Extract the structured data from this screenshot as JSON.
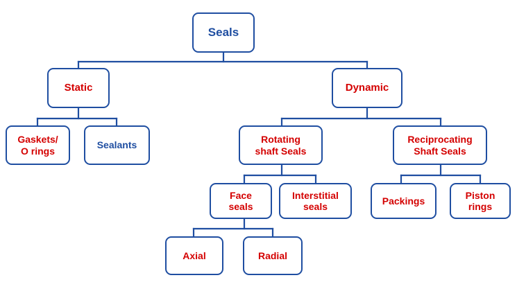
{
  "diagram": {
    "title": "Seals classification tree",
    "colors": {
      "border": "#1f4ea1",
      "connector": "#1f4ea1",
      "text_red": "#d40000",
      "text_blue": "#1f4ea1",
      "background": "#ffffff"
    },
    "nodes": {
      "seals": "Seals",
      "static": "Static",
      "dynamic": "Dynamic",
      "gaskets_o_rings": "Gaskets/\nO rings",
      "sealants": "Sealants",
      "rotating_shaft_seals": "Rotating\nshaft Seals",
      "reciprocating_shaft_seals": "Reciprocating\nShaft Seals",
      "face_seals": "Face\nseals",
      "interstitial_seals": "Interstitial\nseals",
      "packings": "Packings",
      "piston_rings": "Piston\nrings",
      "axial": "Axial",
      "radial": "Radial"
    }
  }
}
